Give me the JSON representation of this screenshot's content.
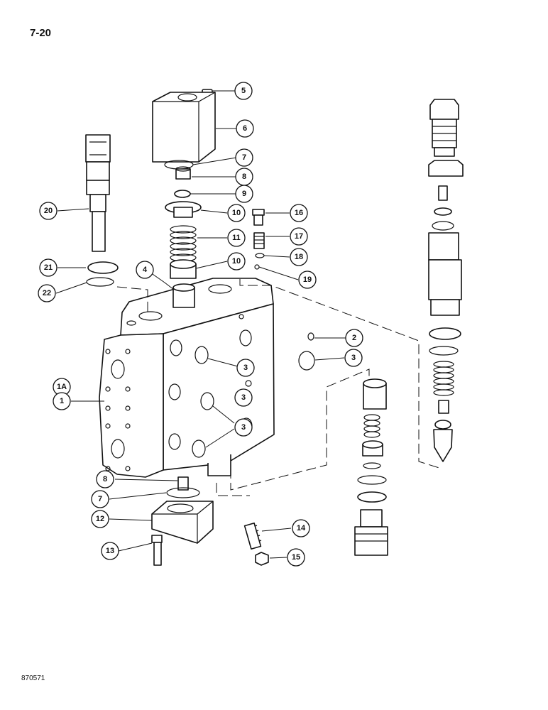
{
  "page_number": "7-20",
  "drawing_number": "870571",
  "callouts": [
    {
      "id": "c5",
      "label": "5"
    },
    {
      "id": "c6",
      "label": "6"
    },
    {
      "id": "c7a",
      "label": "7"
    },
    {
      "id": "c8a",
      "label": "8"
    },
    {
      "id": "c9",
      "label": "9"
    },
    {
      "id": "c10a",
      "label": "10"
    },
    {
      "id": "c16",
      "label": "16"
    },
    {
      "id": "c11",
      "label": "11"
    },
    {
      "id": "c17",
      "label": "17"
    },
    {
      "id": "c10b",
      "label": "10"
    },
    {
      "id": "c18",
      "label": "18"
    },
    {
      "id": "c19",
      "label": "19"
    },
    {
      "id": "c20",
      "label": "20"
    },
    {
      "id": "c21",
      "label": "21"
    },
    {
      "id": "c22",
      "label": "22"
    },
    {
      "id": "c4",
      "label": "4"
    },
    {
      "id": "c2",
      "label": "2"
    },
    {
      "id": "c3a",
      "label": "3"
    },
    {
      "id": "c3b",
      "label": "3"
    },
    {
      "id": "c1a",
      "label": "1A"
    },
    {
      "id": "c1",
      "label": "1"
    },
    {
      "id": "c3c",
      "label": "3"
    },
    {
      "id": "c3d",
      "label": "3"
    },
    {
      "id": "c8b",
      "label": "8"
    },
    {
      "id": "c7b",
      "label": "7"
    },
    {
      "id": "c12",
      "label": "12"
    },
    {
      "id": "c14",
      "label": "14"
    },
    {
      "id": "c13",
      "label": "13"
    },
    {
      "id": "c15",
      "label": "15"
    }
  ]
}
